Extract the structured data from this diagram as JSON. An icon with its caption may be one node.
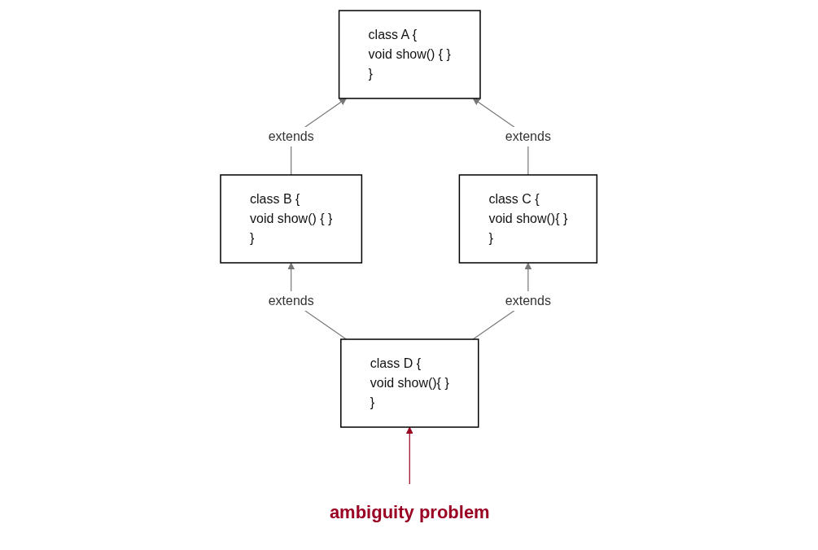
{
  "diagram": {
    "nodes": [
      {
        "text": [
          "class A {",
          "void show() { }",
          "}"
        ]
      },
      {
        "text": [
          "class B {",
          "void show() { }",
          "}"
        ]
      },
      {
        "text": [
          "class C {",
          "void show(){ }",
          "}"
        ]
      },
      {
        "text": [
          "class D {",
          "void show(){ }",
          "}"
        ]
      },
      {
        "text": [
          "ambiguity problem"
        ]
      }
    ],
    "edges": [
      {
        "from": 1,
        "to": 0,
        "arrow": "to",
        "label": "extends"
      },
      {
        "from": 2,
        "to": 0,
        "arrow": "to",
        "label": "extends"
      },
      {
        "from": 3,
        "to": 1,
        "arrow": "to",
        "label": "extends"
      },
      {
        "from": 3,
        "to": 2,
        "arrow": "to",
        "label": "extends"
      },
      {
        "from": 4,
        "to": 3,
        "arrow": "to",
        "color": "#990022"
      }
    ]
  }
}
